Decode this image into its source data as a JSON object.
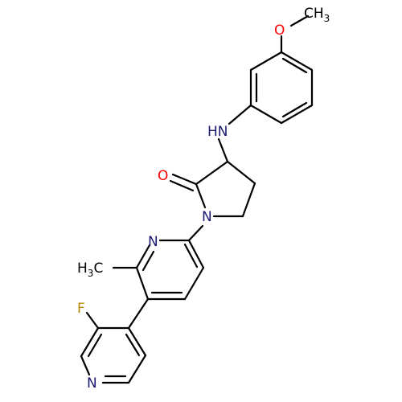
{
  "molecule": {
    "atoms": {
      "methyl_top": {
        "main": "CH",
        "sub": "3",
        "color": "#000000"
      },
      "oxygen_ether": {
        "text": "O",
        "color": "#FF0000"
      },
      "nh": {
        "text": "HN",
        "color": "#191970"
      },
      "oxygen_carbonyl": {
        "text": "O",
        "color": "#FF0000"
      },
      "n_lactam": {
        "text": "N",
        "color": "#191970"
      },
      "n_pyridine": {
        "text": "N",
        "color": "#191970"
      },
      "methyl_left": {
        "main": "H",
        "sub": "3",
        "tail": "C",
        "color": "#000000"
      },
      "fluorine": {
        "text": "F",
        "color": "#B8860B"
      },
      "n_pyridine_bottom": {
        "text": "N",
        "color": "#191970"
      }
    }
  }
}
